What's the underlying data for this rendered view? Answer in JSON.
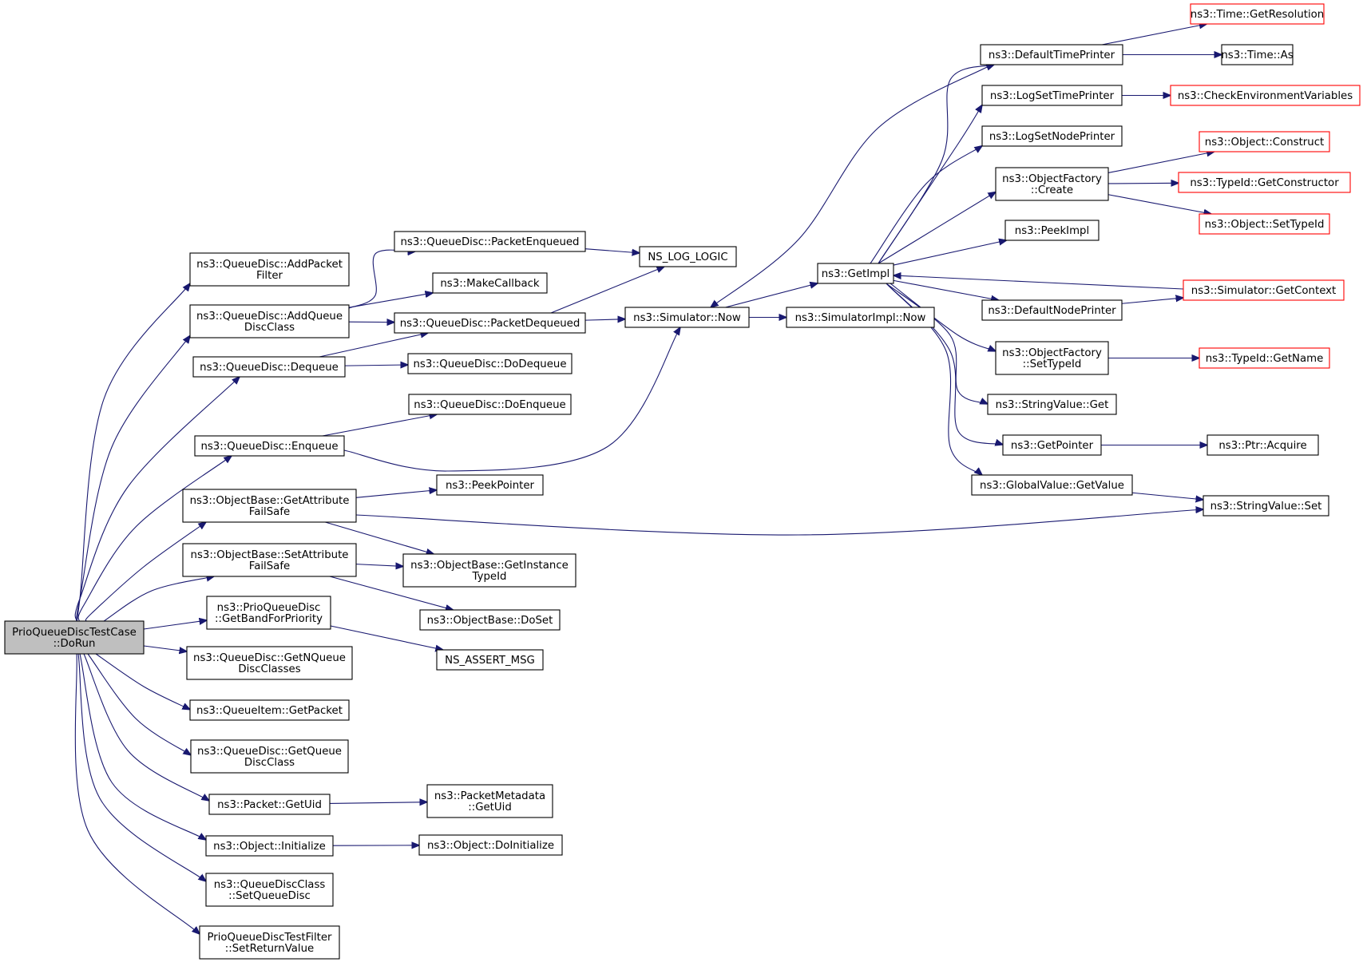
{
  "graph": {
    "edge_color": "#191970",
    "root_fill": "#bfbfbf",
    "truncated_border_color": "#ff0000",
    "nodes": [
      {
        "id": "root",
        "label": [
          "PrioQueueDiscTestCase",
          "::DoRun"
        ],
        "kind": "root"
      },
      {
        "id": "addPacketFilter",
        "label": [
          "ns3::QueueDisc::AddPacket",
          "Filter"
        ]
      },
      {
        "id": "addQueueDiscClass",
        "label": [
          "ns3::QueueDisc::AddQueue",
          "DiscClass"
        ]
      },
      {
        "id": "dequeue",
        "label": [
          "ns3::QueueDisc::Dequeue"
        ]
      },
      {
        "id": "enqueue",
        "label": [
          "ns3::QueueDisc::Enqueue"
        ]
      },
      {
        "id": "getAttrFailSafe",
        "label": [
          "ns3::ObjectBase::GetAttribute",
          "FailSafe"
        ]
      },
      {
        "id": "setAttrFailSafe",
        "label": [
          "ns3::ObjectBase::SetAttribute",
          "FailSafe"
        ]
      },
      {
        "id": "getBandForPriority",
        "label": [
          "ns3::PrioQueueDisc",
          "::GetBandForPriority"
        ]
      },
      {
        "id": "getNQueueDiscClasses",
        "label": [
          "ns3::QueueDisc::GetNQueue",
          "DiscClasses"
        ]
      },
      {
        "id": "queueItemGetPacket",
        "label": [
          "ns3::QueueItem::GetPacket"
        ]
      },
      {
        "id": "getQueueDiscClass",
        "label": [
          "ns3::QueueDisc::GetQueue",
          "DiscClass"
        ]
      },
      {
        "id": "packetGetUid",
        "label": [
          "ns3::Packet::GetUid"
        ]
      },
      {
        "id": "objectInitialize",
        "label": [
          "ns3::Object::Initialize"
        ]
      },
      {
        "id": "setQueueDisc",
        "label": [
          "ns3::QueueDiscClass",
          "::SetQueueDisc"
        ]
      },
      {
        "id": "setReturnValue",
        "label": [
          "PrioQueueDiscTestFilter",
          "::SetReturnValue"
        ]
      },
      {
        "id": "packetEnqueued",
        "label": [
          "ns3::QueueDisc::PacketEnqueued"
        ]
      },
      {
        "id": "makeCallback",
        "label": [
          "ns3::MakeCallback"
        ]
      },
      {
        "id": "packetDequeued",
        "label": [
          "ns3::QueueDisc::PacketDequeued"
        ]
      },
      {
        "id": "doDequeue",
        "label": [
          "ns3::QueueDisc::DoDequeue"
        ]
      },
      {
        "id": "doEnqueue",
        "label": [
          "ns3::QueueDisc::DoEnqueue"
        ]
      },
      {
        "id": "peekPointer",
        "label": [
          "ns3::PeekPointer"
        ]
      },
      {
        "id": "getInstanceTypeId",
        "label": [
          "ns3::ObjectBase::GetInstance",
          "TypeId"
        ]
      },
      {
        "id": "doSet",
        "label": [
          "ns3::ObjectBase::DoSet"
        ]
      },
      {
        "id": "nsAssertMsg",
        "label": [
          "NS_ASSERT_MSG"
        ]
      },
      {
        "id": "metadataGetUid",
        "label": [
          "ns3::PacketMetadata",
          "::GetUid"
        ]
      },
      {
        "id": "doInitialize",
        "label": [
          "ns3::Object::DoInitialize"
        ]
      },
      {
        "id": "nsLogLogic",
        "label": [
          "NS_LOG_LOGIC"
        ]
      },
      {
        "id": "simulatorNow",
        "label": [
          "ns3::Simulator::Now"
        ]
      },
      {
        "id": "getImpl",
        "label": [
          "ns3::GetImpl"
        ]
      },
      {
        "id": "simImplNow",
        "label": [
          "ns3::SimulatorImpl::Now"
        ]
      },
      {
        "id": "defaultTimePrinter",
        "label": [
          "ns3::DefaultTimePrinter"
        ]
      },
      {
        "id": "logSetTimePrinter",
        "label": [
          "ns3::LogSetTimePrinter"
        ]
      },
      {
        "id": "logSetNodePrinter",
        "label": [
          "ns3::LogSetNodePrinter"
        ]
      },
      {
        "id": "objFactoryCreate",
        "label": [
          "ns3::ObjectFactory",
          "::Create"
        ]
      },
      {
        "id": "peekImpl",
        "label": [
          "ns3::PeekImpl"
        ]
      },
      {
        "id": "defaultNodePrinter",
        "label": [
          "ns3::DefaultNodePrinter"
        ]
      },
      {
        "id": "objFactorySetTypeId",
        "label": [
          "ns3::ObjectFactory",
          "::SetTypeId"
        ]
      },
      {
        "id": "stringValueGet",
        "label": [
          "ns3::StringValue::Get"
        ]
      },
      {
        "id": "getPointer",
        "label": [
          "ns3::GetPointer"
        ]
      },
      {
        "id": "globalValueGetValue",
        "label": [
          "ns3::GlobalValue::GetValue"
        ]
      },
      {
        "id": "timeGetResolution",
        "label": [
          "ns3::Time::GetResolution"
        ],
        "kind": "truncated"
      },
      {
        "id": "timeAs",
        "label": [
          "ns3::Time::As"
        ]
      },
      {
        "id": "checkEnvVars",
        "label": [
          "ns3::CheckEnvironmentVariables"
        ],
        "kind": "truncated"
      },
      {
        "id": "objectConstruct",
        "label": [
          "ns3::Object::Construct"
        ],
        "kind": "truncated"
      },
      {
        "id": "typeIdGetConstructor",
        "label": [
          "ns3::TypeId::GetConstructor"
        ],
        "kind": "truncated"
      },
      {
        "id": "objectSetTypeId",
        "label": [
          "ns3::Object::SetTypeId"
        ],
        "kind": "truncated"
      },
      {
        "id": "simGetContext",
        "label": [
          "ns3::Simulator::GetContext"
        ],
        "kind": "truncated"
      },
      {
        "id": "typeIdGetName",
        "label": [
          "ns3::TypeId::GetName"
        ],
        "kind": "truncated"
      },
      {
        "id": "ptrAcquire",
        "label": [
          "ns3::Ptr::Acquire"
        ]
      },
      {
        "id": "stringValueSet",
        "label": [
          "ns3::StringValue::Set"
        ]
      }
    ],
    "edges": [
      [
        "root",
        "addPacketFilter"
      ],
      [
        "root",
        "addQueueDiscClass"
      ],
      [
        "root",
        "dequeue"
      ],
      [
        "root",
        "enqueue"
      ],
      [
        "root",
        "getAttrFailSafe"
      ],
      [
        "root",
        "setAttrFailSafe"
      ],
      [
        "root",
        "getBandForPriority"
      ],
      [
        "root",
        "getNQueueDiscClasses"
      ],
      [
        "root",
        "queueItemGetPacket"
      ],
      [
        "root",
        "getQueueDiscClass"
      ],
      [
        "root",
        "packetGetUid"
      ],
      [
        "root",
        "objectInitialize"
      ],
      [
        "root",
        "setQueueDisc"
      ],
      [
        "root",
        "setReturnValue"
      ],
      [
        "addQueueDiscClass",
        "packetEnqueued"
      ],
      [
        "addQueueDiscClass",
        "makeCallback"
      ],
      [
        "addQueueDiscClass",
        "packetDequeued"
      ],
      [
        "dequeue",
        "packetDequeued"
      ],
      [
        "dequeue",
        "doDequeue"
      ],
      [
        "enqueue",
        "doEnqueue"
      ],
      [
        "enqueue",
        "simulatorNow"
      ],
      [
        "packetEnqueued",
        "nsLogLogic"
      ],
      [
        "packetDequeued",
        "nsLogLogic"
      ],
      [
        "packetDequeued",
        "simulatorNow"
      ],
      [
        "simulatorNow",
        "getImpl"
      ],
      [
        "simulatorNow",
        "simImplNow"
      ],
      [
        "getAttrFailSafe",
        "peekPointer"
      ],
      [
        "getAttrFailSafe",
        "getInstanceTypeId"
      ],
      [
        "getAttrFailSafe",
        "stringValueSet"
      ],
      [
        "setAttrFailSafe",
        "getInstanceTypeId"
      ],
      [
        "setAttrFailSafe",
        "doSet"
      ],
      [
        "getBandForPriority",
        "nsAssertMsg"
      ],
      [
        "packetGetUid",
        "metadataGetUid"
      ],
      [
        "objectInitialize",
        "doInitialize"
      ],
      [
        "getImpl",
        "defaultTimePrinter"
      ],
      [
        "getImpl",
        "logSetTimePrinter"
      ],
      [
        "getImpl",
        "logSetNodePrinter"
      ],
      [
        "getImpl",
        "objFactoryCreate"
      ],
      [
        "getImpl",
        "peekImpl"
      ],
      [
        "getImpl",
        "defaultNodePrinter"
      ],
      [
        "getImpl",
        "objFactorySetTypeId"
      ],
      [
        "getImpl",
        "stringValueGet"
      ],
      [
        "getImpl",
        "getPointer"
      ],
      [
        "getImpl",
        "globalValueGetValue"
      ],
      [
        "defaultTimePrinter",
        "simulatorNow"
      ],
      [
        "defaultTimePrinter",
        "timeGetResolution"
      ],
      [
        "defaultTimePrinter",
        "timeAs"
      ],
      [
        "logSetTimePrinter",
        "checkEnvVars"
      ],
      [
        "objFactoryCreate",
        "objectConstruct"
      ],
      [
        "objFactoryCreate",
        "typeIdGetConstructor"
      ],
      [
        "objFactoryCreate",
        "objectSetTypeId"
      ],
      [
        "defaultNodePrinter",
        "simGetContext"
      ],
      [
        "simGetContext",
        "getImpl"
      ],
      [
        "objFactorySetTypeId",
        "typeIdGetName"
      ],
      [
        "getPointer",
        "ptrAcquire"
      ],
      [
        "globalValueGetValue",
        "stringValueSet"
      ]
    ]
  }
}
